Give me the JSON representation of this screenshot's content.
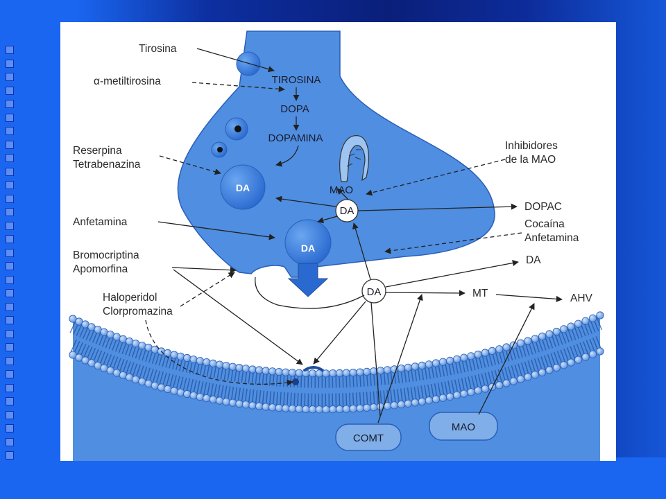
{
  "labels": {
    "tirosina": "Tirosina",
    "metiltirosina": "α-metiltirosina",
    "reserpina": "Reserpina",
    "tetrabenazina": "Tetrabenazina",
    "anfetamina_left": "Anfetamina",
    "bromocriptina": "Bromocriptina",
    "apomorfina": "Apomorfina",
    "haloperidol": "Haloperidol",
    "clorpromazina": "Clorpromazina",
    "inhibidores_1": "Inhibidores",
    "inhibidores_2": "de la MAO",
    "dopac": "DOPAC",
    "cocaina": "Cocaína",
    "anfetamina_right": "Anfetamina",
    "da_right": "DA",
    "mt": "MT",
    "ahv": "AHV"
  },
  "inside": {
    "tirosina_upper": "TIROSINA",
    "dopa": "DOPA",
    "dopamina": "DOPAMINA",
    "mao_mito": "MAO",
    "da_vesicle1": "DA",
    "da_vesicle2": "DA",
    "da_free": "DA",
    "da_synapse": "DA"
  },
  "enzymes": {
    "comt": "COMT",
    "mao": "MAO"
  },
  "colors": {
    "slide_blue": "#1a66f0",
    "terminal_fill": "#4f8ee0",
    "vesicle_fill": "#3d7fe0",
    "enzyme_fill": "#7faee8"
  }
}
